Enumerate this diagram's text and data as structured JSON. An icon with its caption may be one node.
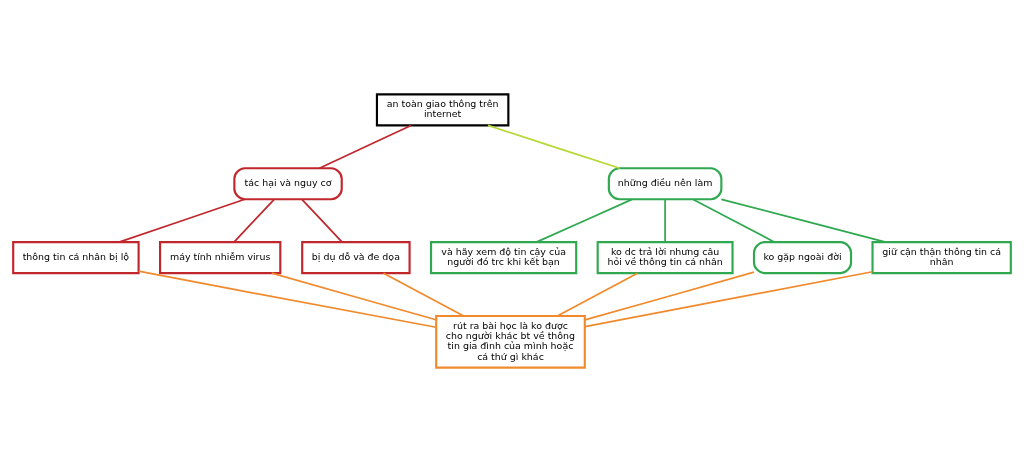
{
  "diagram": {
    "nodes": [
      {
        "text": [
          "an toàn giao thông trên internet"
        ]
      },
      {
        "text": [
          "tác hại và nguy cơ"
        ]
      },
      {
        "text": [
          "thông tin cá nhân bị lộ"
        ]
      },
      {
        "text": [
          "máy tính nhiễm virus"
        ]
      },
      {
        "text": [
          "bị dụ dỗ và đe dọa"
        ]
      },
      {
        "text": [
          "những điều nên làm"
        ]
      },
      {
        "text": [
          "và hãy xem độ tin cậy của người đó trc khi kết bạn"
        ]
      },
      {
        "text": [
          "ko dc trả lời nhưng câu hỏi về thông tin cá nhân"
        ]
      },
      {
        "text": [
          "ko gặp ngoài đời"
        ]
      },
      {
        "text": [
          "giữ cận thận thông tin cá nhân"
        ]
      },
      {
        "text": [
          "rút ra bài học là ko được cho người khác bt về thông tin gia đình của mình hoặc cá thứ gì khác"
        ]
      }
    ],
    "edges": [
      {
        "from": 0,
        "to": 1,
        "arrow": "none",
        "color": "#c0272d"
      },
      {
        "from": 0,
        "to": 5,
        "arrow": "none",
        "color": "#b5d833"
      },
      {
        "from": 1,
        "to": 2,
        "arrow": "none",
        "color": "#c0272d"
      },
      {
        "from": 1,
        "to": 3,
        "arrow": "none",
        "color": "#c0272d"
      },
      {
        "from": 1,
        "to": 4,
        "arrow": "none",
        "color": "#c0272d"
      },
      {
        "from": 5,
        "to": 6,
        "arrow": "none",
        "color": "#2fa84f"
      },
      {
        "from": 5,
        "to": 7,
        "arrow": "none",
        "color": "#2fa84f"
      },
      {
        "from": 5,
        "to": 8,
        "arrow": "none",
        "color": "#2fa84f"
      },
      {
        "from": 5,
        "to": 9,
        "arrow": "none",
        "color": "#2fa84f"
      },
      {
        "from": 2,
        "to": 10,
        "arrow": "none"
      },
      {
        "from": 3,
        "to": 10,
        "arrow": "none"
      },
      {
        "from": 4,
        "to": 10,
        "arrow": "none"
      },
      {
        "from": 7,
        "to": 10,
        "arrow": "none"
      },
      {
        "from": 8,
        "to": 10,
        "arrow": "none"
      },
      {
        "from": 9,
        "to": 10,
        "arrow": "none"
      }
    ]
  }
}
